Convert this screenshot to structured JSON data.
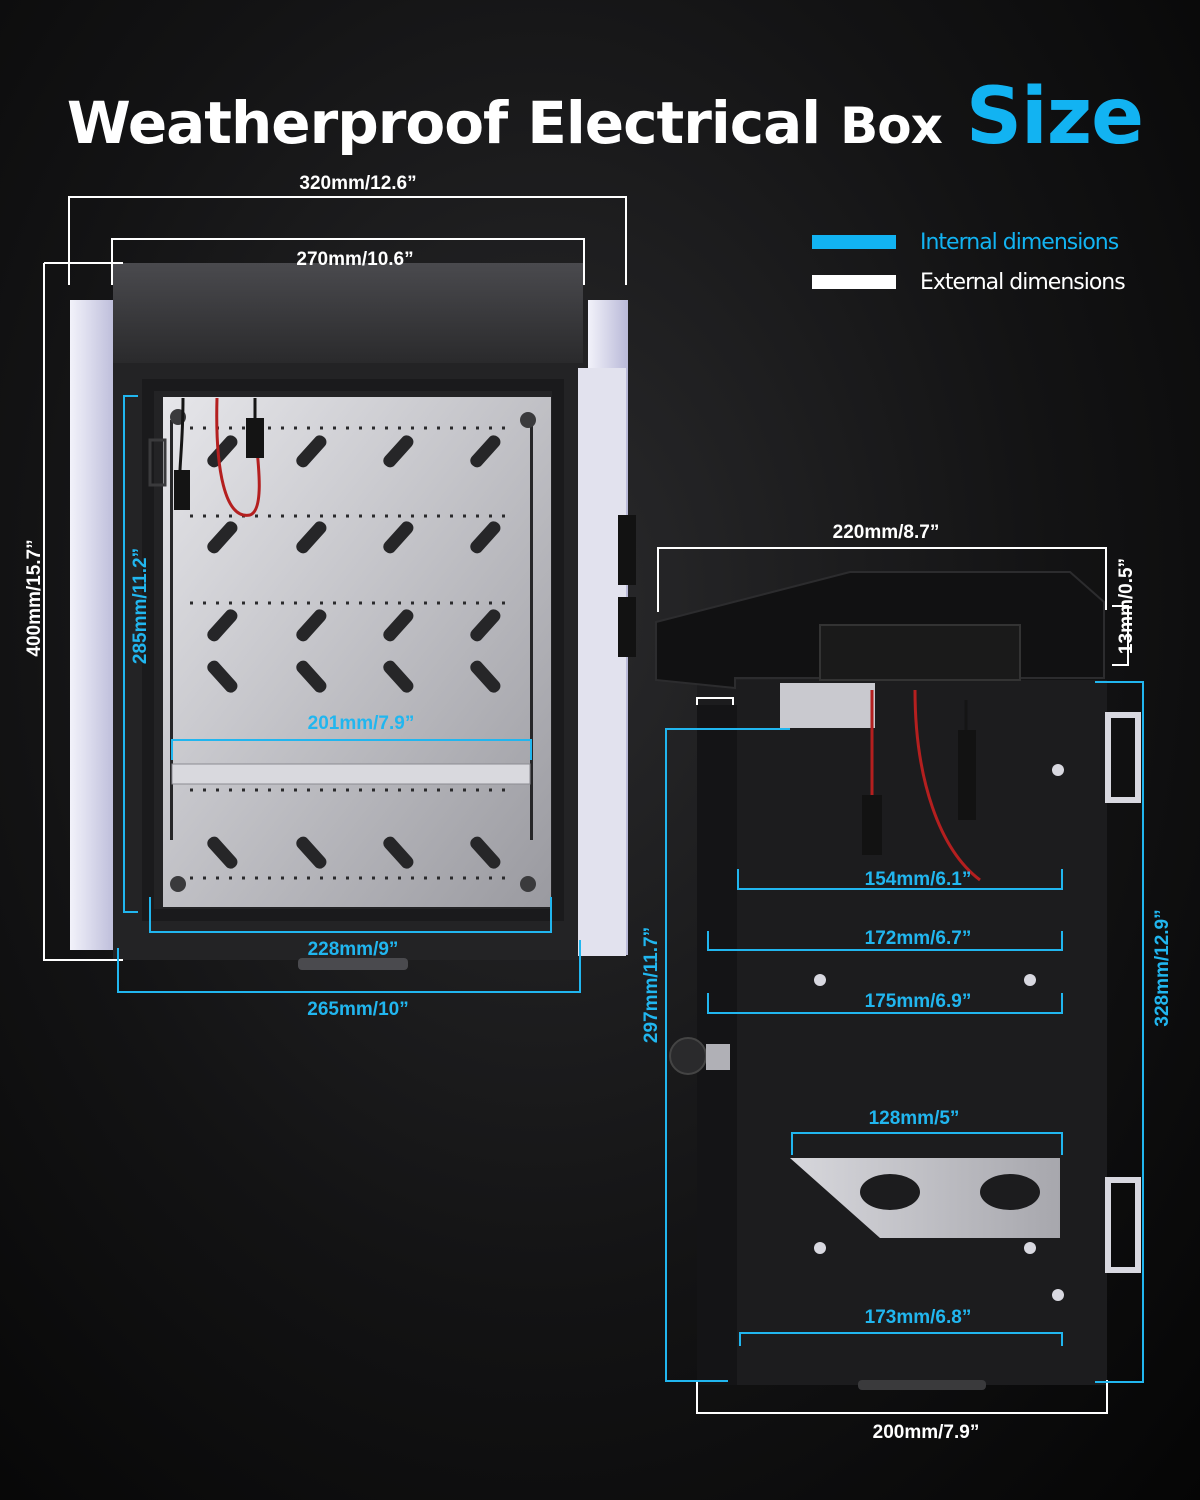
{
  "title": {
    "word1": "Weatherproof",
    "word2": "Electrical",
    "word3": "Box",
    "accent_word": "Size"
  },
  "legend": {
    "internal": {
      "label": "Internal dimensions",
      "color": "#12b3f2"
    },
    "external": {
      "label": "External dimensions",
      "color": "#ffffff"
    }
  },
  "front_view": {
    "ext_width_outer": "320mm/12.6”",
    "ext_width_roof": "270mm/10.6”",
    "ext_height": "400mm/15.7”",
    "int_height": "285mm/11.2”",
    "int_shelf": "201mm/7.9”",
    "int_width": "228mm/9”",
    "int_width_body": "265mm/10”"
  },
  "side_view": {
    "ext_depth_roof": "220mm/8.7”",
    "ext_roof_thickness": "13mm/0.5”",
    "int_depth_1": "154mm/6.1”",
    "int_depth_2": "172mm/6.7”",
    "int_depth_3": "175mm/6.9”",
    "int_bracket": "128mm/5”",
    "int_depth_bottom": "173mm/6.8”",
    "int_height": "297mm/11.7”",
    "ext_height": "328mm/12.9”",
    "ext_depth_bottom": "200mm/7.9”"
  }
}
